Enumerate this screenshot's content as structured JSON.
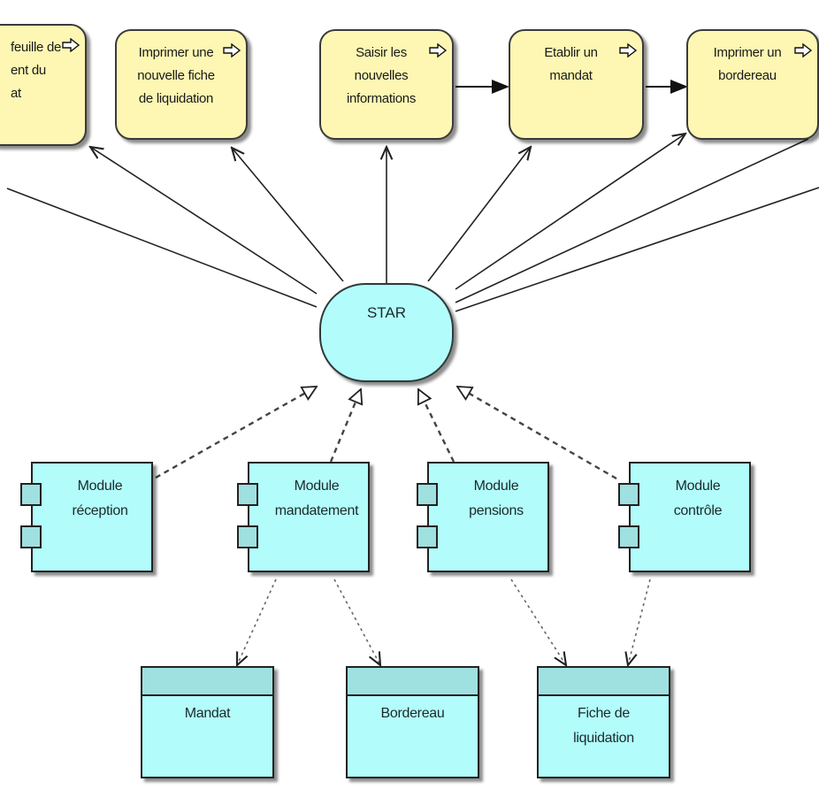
{
  "diagram": {
    "type": "archimate-application-view",
    "colors": {
      "process_fill": "#fdf7b3",
      "application_fill": "#b3fcfc",
      "port_fill": "#9fe0e0",
      "stroke": "#222222"
    },
    "processes": [
      {
        "id": "p1",
        "label": "…feuille de …ent du …at",
        "lines": [
          "feuille de",
          "ent du",
          "at"
        ],
        "icon": "process-arrow-icon"
      },
      {
        "id": "p2",
        "label": "Imprimer une nouvelle fiche de liquidation",
        "lines": [
          "Imprimer une",
          "nouvelle fiche",
          "de liquidation"
        ],
        "icon": "process-arrow-icon"
      },
      {
        "id": "p3",
        "label": "Saisir les nouvelles informations",
        "lines": [
          "Saisir les",
          "nouvelles",
          "informations"
        ],
        "icon": "process-arrow-icon"
      },
      {
        "id": "p4",
        "label": "Etablir un mandat",
        "lines": [
          "Etablir un",
          "mandat"
        ],
        "icon": "process-arrow-icon"
      },
      {
        "id": "p5",
        "label": "Imprimer un bordereau",
        "lines": [
          "Imprimer un",
          "bordereau"
        ],
        "icon": "process-arrow-icon"
      }
    ],
    "application": {
      "id": "star",
      "label": "STAR"
    },
    "components": [
      {
        "id": "c1",
        "lines": [
          "Module",
          "réception"
        ]
      },
      {
        "id": "c2",
        "lines": [
          "Module",
          "mandatement"
        ]
      },
      {
        "id": "c3",
        "lines": [
          "Module",
          "pensions"
        ]
      },
      {
        "id": "c4",
        "lines": [
          "Module",
          "contrôle"
        ]
      }
    ],
    "data_objects": [
      {
        "id": "d1",
        "lines": [
          "Mandat"
        ]
      },
      {
        "id": "d2",
        "lines": [
          "Bordereau"
        ]
      },
      {
        "id": "d3",
        "lines": [
          "Fiche de",
          "liquidation"
        ]
      }
    ],
    "edges": [
      {
        "from": "p3",
        "to": "p4",
        "kind": "triggering"
      },
      {
        "from": "p4",
        "to": "p5",
        "kind": "triggering"
      },
      {
        "from": "star",
        "to": "p1",
        "kind": "serving"
      },
      {
        "from": "star",
        "to": "p2",
        "kind": "serving"
      },
      {
        "from": "star",
        "to": "p3",
        "kind": "serving"
      },
      {
        "from": "star",
        "to": "p4",
        "kind": "serving"
      },
      {
        "from": "star",
        "to": "p5",
        "kind": "serving"
      },
      {
        "from": "star",
        "to": "offscreen-left",
        "kind": "serving"
      },
      {
        "from": "star",
        "to": "offscreen-right-1",
        "kind": "serving"
      },
      {
        "from": "star",
        "to": "offscreen-right-2",
        "kind": "serving"
      },
      {
        "from": "c1",
        "to": "star",
        "kind": "realization"
      },
      {
        "from": "c2",
        "to": "star",
        "kind": "realization"
      },
      {
        "from": "c3",
        "to": "star",
        "kind": "realization"
      },
      {
        "from": "c4",
        "to": "star",
        "kind": "realization"
      },
      {
        "from": "c2",
        "to": "d1",
        "kind": "access"
      },
      {
        "from": "c2",
        "to": "d2",
        "kind": "access"
      },
      {
        "from": "c3",
        "to": "d3",
        "kind": "access"
      },
      {
        "from": "c4",
        "to": "d3",
        "kind": "access"
      }
    ]
  }
}
